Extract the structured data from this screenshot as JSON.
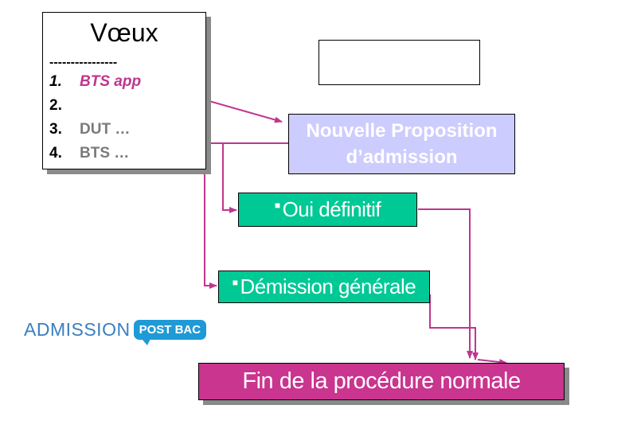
{
  "voeux": {
    "title": "Vœux",
    "separator": "----------------",
    "items": [
      {
        "num": "1.",
        "label": "BTS app"
      },
      {
        "num": "2.",
        "label": ""
      },
      {
        "num": "3.",
        "label": "DUT …"
      },
      {
        "num": "4.",
        "label": "BTS …"
      }
    ]
  },
  "boxes": {
    "nouvelle_proposition": "Nouvelle Proposition d’admission",
    "oui_definitif": "Oui définitif",
    "demission_generale": "Démission générale",
    "fin_procedure": "Fin de la procédure normale"
  },
  "logo": {
    "word": "ADMISSION",
    "badge": "POST BAC"
  },
  "colors": {
    "arrow": "#c0358f",
    "proposition_fill": "#ccccff",
    "green_fill": "#00c995",
    "fin_fill": "#c9358f",
    "logo_blue": "#1f9ad6"
  }
}
